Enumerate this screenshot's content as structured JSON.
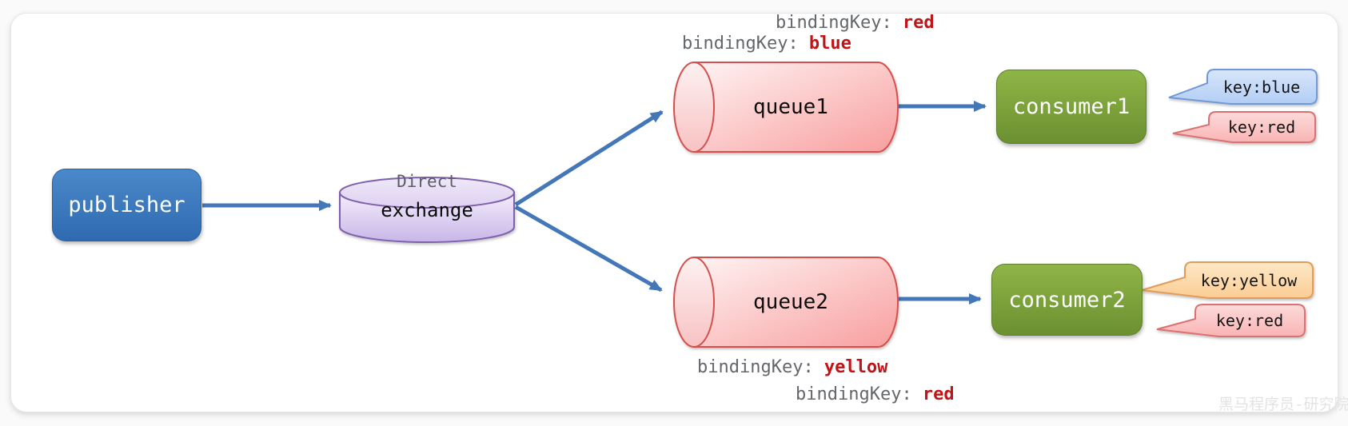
{
  "publisher": {
    "label": "publisher"
  },
  "exchange": {
    "type": "Direct",
    "label": "exchange"
  },
  "queue1": {
    "label": "queue1"
  },
  "queue2": {
    "label": "queue2"
  },
  "consumer1": {
    "label": "consumer1"
  },
  "consumer2": {
    "label": "consumer2"
  },
  "bindings": {
    "q1_red": {
      "prefix": "bindingKey:",
      "value": "red"
    },
    "q1_blue": {
      "prefix": "bindingKey:",
      "value": "blue"
    },
    "q2_yellow": {
      "prefix": "bindingKey:",
      "value": "yellow"
    },
    "q2_red": {
      "prefix": "bindingKey:",
      "value": "red"
    }
  },
  "tags": {
    "c1_blue": "key:blue",
    "c1_red": "key:red",
    "c2_yellow": "key:yellow",
    "c2_red": "key:red"
  },
  "watermark": "黑马程序员-研究院",
  "colors": {
    "arrow": "#4377b8",
    "binding_prefix": "#63676b",
    "binding_value": "#bf1518",
    "publisher_fill": "#3a77bd",
    "exchange_fill": "#d5c6ee",
    "exchange_border": "#7e60ad",
    "queue_fill": "#f9b0b0",
    "queue_border": "#d6504d",
    "consumer_fill": "#7ba23c",
    "tag_blue": "#c3d8f6",
    "tag_red": "#fbc5c5",
    "tag_yellow": "#fcd9a8"
  }
}
